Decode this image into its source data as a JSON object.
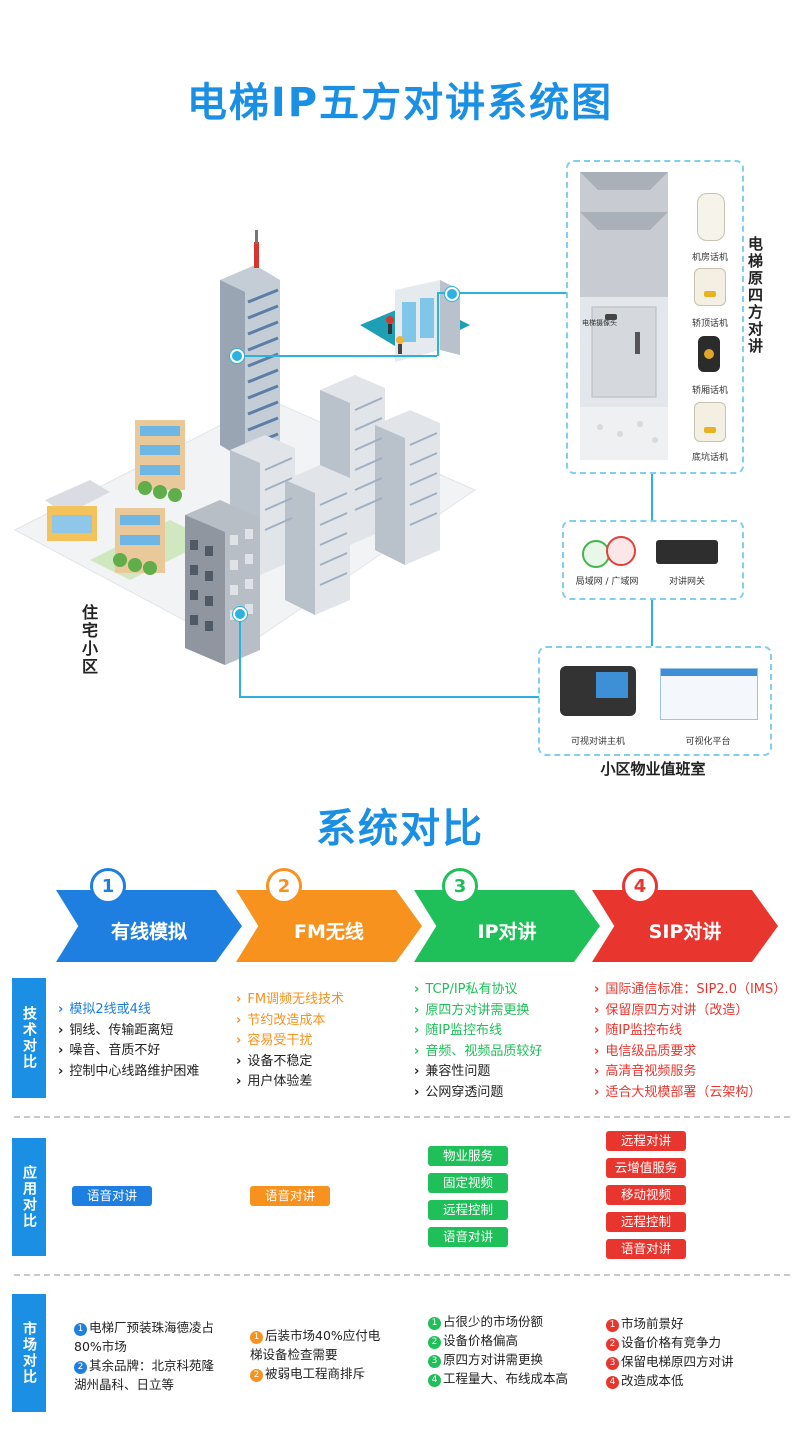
{
  "diagram": {
    "title": "电梯IP五方对讲系统图",
    "residential_label": "住宅小区",
    "elevator_group_label": "电梯原四方对讲",
    "devices": {
      "machine_room": "机房话机",
      "car_top": "轿顶话机",
      "car_inside": "轿厢话机",
      "pit": "底坑话机",
      "camera": "电梯摄像头",
      "network": "局域网 / 广域网",
      "gateway": "对讲网关",
      "host": "可视对讲主机",
      "platform": "可视化平台"
    },
    "duty_room_label": "小区物业值班室"
  },
  "comparison": {
    "title": "系统对比",
    "columns": [
      {
        "num": "1",
        "name": "有线模拟",
        "color": "#1f7fe0"
      },
      {
        "num": "2",
        "name": "FM无线",
        "color": "#f7921e"
      },
      {
        "num": "3",
        "name": "IP对讲",
        "color": "#1fbf59"
      },
      {
        "num": "4",
        "name": "SIP对讲",
        "color": "#e8362f"
      }
    ],
    "rows": {
      "tech": "技术对比",
      "app": "应用对比",
      "market": "市场对比"
    },
    "tech": [
      [
        "模拟2线或4线",
        "铜线、传输距离短",
        "噪音、音质不好",
        "控制中心线路维护困难"
      ],
      [
        "FM调频无线技术",
        "节约改造成本",
        "容易受干扰",
        "设备不稳定",
        "用户体验差"
      ],
      [
        "TCP/IP私有协议",
        "原四方对讲需更换",
        "随IP监控布线",
        "音频、视频品质较好",
        "兼容性问题",
        "公网穿透问题"
      ],
      [
        "国际通信标准：SIP2.0（IMS）",
        "保留原四方对讲（改造）",
        "随IP监控布线",
        "电信级品质要求",
        "高清音视频服务",
        "适合大规模部署（云架构）"
      ]
    ],
    "app": [
      [
        "语音对讲"
      ],
      [
        "语音对讲"
      ],
      [
        "物业服务",
        "固定视频",
        "远程控制",
        "语音对讲"
      ],
      [
        "远程对讲",
        "云增值服务",
        "移动视频",
        "远程控制",
        "语音对讲"
      ]
    ],
    "market": [
      [
        "电梯厂预装珠海德凌占80%市场",
        "其余品牌：北京科苑隆湖州晶科、日立等"
      ],
      [
        "后装市场40%应付电梯设备检查需要",
        "被弱电工程商排斥"
      ],
      [
        "占很少的市场份额",
        "设备价格偏高",
        "原四方对讲需更换",
        "工程量大、布线成本高"
      ],
      [
        "市场前景好",
        "设备价格有竞争力",
        "保留电梯原四方对讲",
        "改造成本低"
      ]
    ]
  }
}
